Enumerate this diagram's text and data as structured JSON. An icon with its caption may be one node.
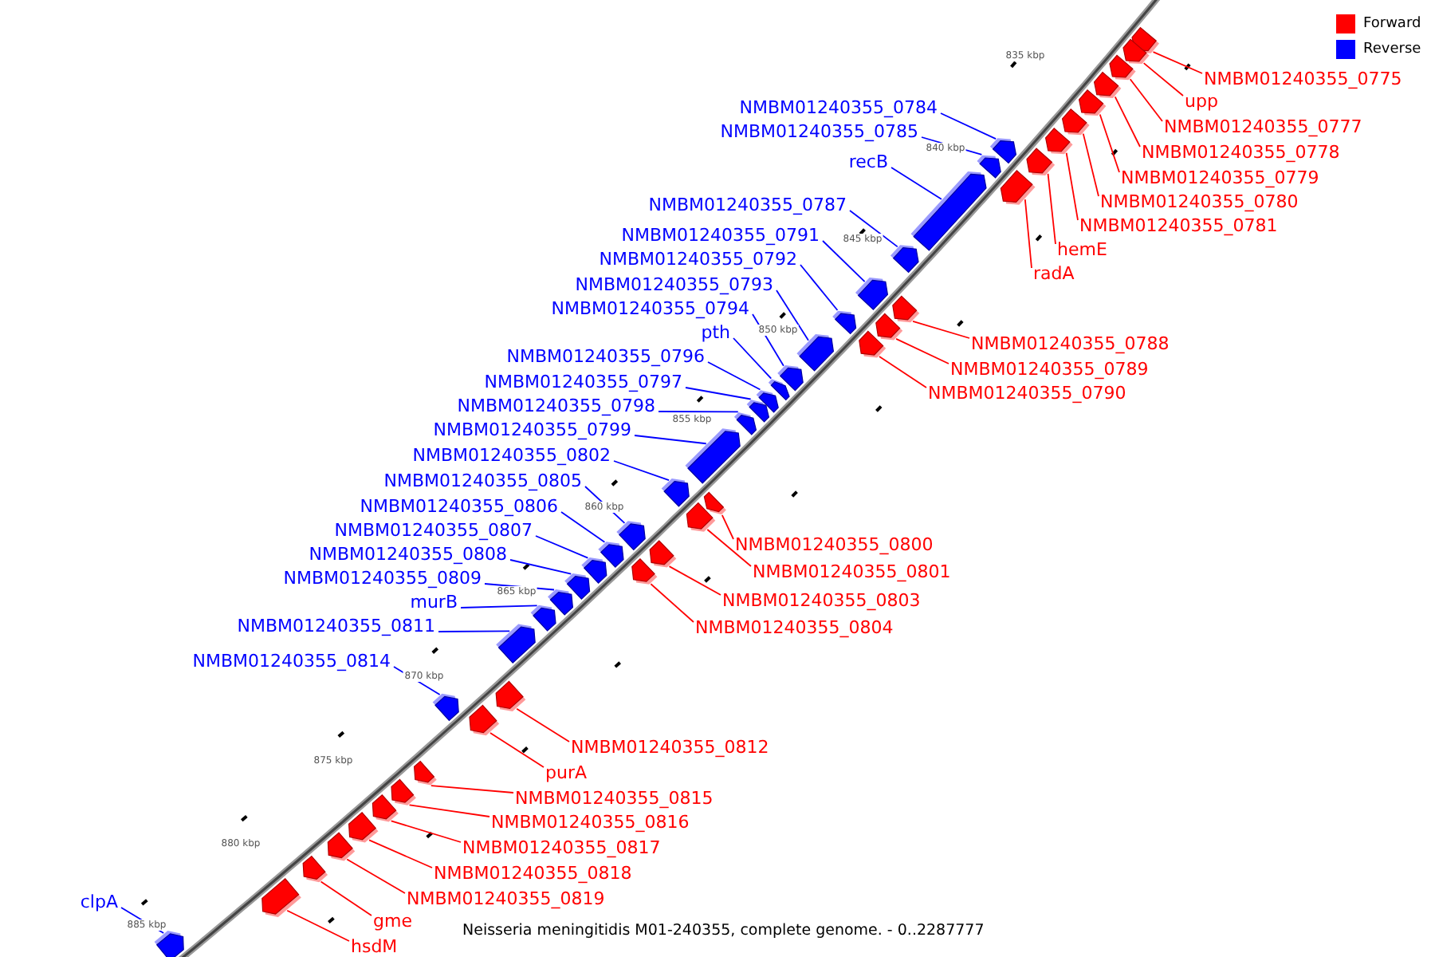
{
  "diagram": {
    "caption": "Neisseria meningitidis M01-240355, complete genome. - 0..2287777",
    "nodes": [
      {
        "text": [
          "NMBM01240355_0775"
        ]
      },
      {
        "text": [],
        "shape": "arrow"
      },
      {
        "text": [
          "upp"
        ]
      },
      {
        "text": [],
        "shape": "arrow"
      },
      {
        "text": [
          "NMBM01240355_0784"
        ]
      },
      {
        "text": [],
        "shape": "arrow"
      },
      {
        "text": [
          "NMBM01240355_0777"
        ]
      },
      {
        "text": [],
        "shape": "arrow"
      },
      {
        "text": [
          "NMBM01240355_0785"
        ]
      },
      {
        "text": [],
        "shape": "arrow"
      },
      {
        "text": [
          "NMBM01240355_0778"
        ]
      },
      {
        "text": [],
        "shape": "arrow"
      },
      {
        "text": [
          "recB"
        ]
      },
      {
        "text": [],
        "shape": "arrow"
      },
      {
        "text": [
          "NMBM01240355_0779"
        ]
      },
      {
        "text": [],
        "shape": "arrow"
      },
      {
        "text": [
          "NMBM01240355_0780"
        ]
      },
      {
        "text": [],
        "shape": "arrow"
      },
      {
        "text": [
          "NMBM01240355_0787"
        ]
      },
      {
        "text": [],
        "shape": "arrow"
      },
      {
        "text": [
          "NMBM01240355_0781"
        ]
      },
      {
        "text": [],
        "shape": "arrow"
      },
      {
        "text": [
          "NMBM01240355_0791"
        ]
      },
      {
        "text": [],
        "shape": "arrow"
      },
      {
        "text": [
          "hemE"
        ]
      },
      {
        "text": [],
        "shape": "arrow"
      },
      {
        "text": [
          "NMBM01240355_0792"
        ]
      },
      {
        "text": [],
        "shape": "arrow"
      },
      {
        "text": [
          "radA"
        ]
      },
      {
        "text": [],
        "shape": "arrow"
      },
      {
        "text": [
          "NMBM01240355_0793"
        ]
      },
      {
        "text": [],
        "shape": "arrow"
      },
      {
        "text": [
          "NMBM01240355_0794"
        ]
      },
      {
        "text": [],
        "shape": "arrow"
      },
      {
        "text": [
          "pth"
        ]
      },
      {
        "text": [],
        "shape": "arrow"
      },
      {
        "text": [
          "NMBM01240355_0788"
        ]
      },
      {
        "text": [],
        "shape": "arrow"
      },
      {
        "text": [
          "NMBM01240355_0796"
        ]
      },
      {
        "text": [],
        "shape": "arrow"
      },
      {
        "text": [
          "NMBM01240355_0789"
        ]
      },
      {
        "text": [],
        "shape": "arrow"
      },
      {
        "text": [
          "NMBM01240355_0797"
        ]
      },
      {
        "text": [],
        "shape": "arrow"
      },
      {
        "text": [
          "NMBM01240355_0790"
        ]
      },
      {
        "text": [],
        "shape": "arrow"
      },
      {
        "text": [
          "NMBM01240355_0798"
        ]
      },
      {
        "text": [],
        "shape": "arrow"
      },
      {
        "text": [
          "NMBM01240355_0799"
        ]
      },
      {
        "text": [],
        "shape": "arrow"
      },
      {
        "text": [
          "NMBM01240355_0802"
        ]
      },
      {
        "text": [],
        "shape": "arrow"
      },
      {
        "text": [
          "NMBM01240355_0805"
        ]
      },
      {
        "text": [],
        "shape": "arrow"
      },
      {
        "text": [
          "NMBM01240355_0806"
        ]
      },
      {
        "text": [],
        "shape": "arrow"
      },
      {
        "text": [
          "NMBM01240355_0807"
        ]
      },
      {
        "text": [],
        "shape": "arrow"
      },
      {
        "text": [
          "NMBM01240355_0800"
        ]
      },
      {
        "text": [],
        "shape": "arrow"
      },
      {
        "text": [
          "NMBM01240355_0808"
        ]
      },
      {
        "text": [],
        "shape": "arrow"
      },
      {
        "text": [
          "NMBM01240355_0801"
        ]
      },
      {
        "text": [],
        "shape": "arrow"
      },
      {
        "text": [
          "NMBM01240355_0809"
        ]
      },
      {
        "text": [],
        "shape": "arrow"
      },
      {
        "text": [
          "NMBM01240355_0803"
        ]
      },
      {
        "text": [],
        "shape": "arrow"
      },
      {
        "text": [
          "murB"
        ]
      },
      {
        "text": [],
        "shape": "arrow"
      },
      {
        "text": [
          "NMBM01240355_0811"
        ]
      },
      {
        "text": [],
        "shape": "arrow"
      },
      {
        "text": [
          "NMBM01240355_0804"
        ]
      },
      {
        "text": [],
        "shape": "arrow"
      },
      {
        "text": [
          "NMBM01240355_0814"
        ]
      },
      {
        "text": [],
        "shape": "arrow"
      },
      {
        "text": [
          "NMBM01240355_0812"
        ]
      },
      {
        "text": [],
        "shape": "arrow"
      },
      {
        "text": [
          "purA"
        ]
      },
      {
        "text": [],
        "shape": "arrow"
      },
      {
        "text": [
          "NMBM01240355_0815"
        ]
      },
      {
        "text": [],
        "shape": "arrow"
      },
      {
        "text": [
          "NMBM01240355_0816"
        ]
      },
      {
        "text": [],
        "shape": "arrow"
      },
      {
        "text": [
          "NMBM01240355_0817"
        ]
      },
      {
        "text": [],
        "shape": "arrow"
      },
      {
        "text": [
          "NMBM01240355_0818"
        ]
      },
      {
        "text": [],
        "shape": "arrow"
      },
      {
        "text": [
          "NMBM01240355_0819"
        ]
      },
      {
        "text": [],
        "shape": "arrow"
      },
      {
        "text": [
          "clpA"
        ]
      },
      {
        "text": [],
        "shape": "arrow"
      },
      {
        "text": [
          "gme"
        ]
      },
      {
        "text": [],
        "shape": "arrow"
      },
      {
        "text": [
          "hsdM"
        ]
      },
      {
        "text": [],
        "shape": "arrow"
      }
    ],
    "edges": [
      {
        "from": 0,
        "to": 1,
        "arrow": "none"
      },
      {
        "from": 2,
        "to": 3,
        "arrow": "none"
      },
      {
        "from": 4,
        "to": 5,
        "arrow": "none",
        "color": "#0000ff"
      },
      {
        "from": 6,
        "to": 7,
        "arrow": "none"
      },
      {
        "from": 8,
        "to": 9,
        "arrow": "none",
        "color": "#0000ff"
      },
      {
        "from": 10,
        "to": 11,
        "arrow": "none"
      },
      {
        "from": 12,
        "to": 13,
        "arrow": "none",
        "color": "#0000ff"
      },
      {
        "from": 14,
        "to": 15,
        "arrow": "none"
      },
      {
        "from": 16,
        "to": 17,
        "arrow": "none"
      },
      {
        "from": 18,
        "to": 19,
        "arrow": "none",
        "color": "#0000ff"
      },
      {
        "from": 20,
        "to": 21,
        "arrow": "none"
      },
      {
        "from": 22,
        "to": 23,
        "arrow": "none",
        "color": "#0000ff"
      },
      {
        "from": 24,
        "to": 25,
        "arrow": "none"
      },
      {
        "from": 26,
        "to": 27,
        "arrow": "none",
        "color": "#0000ff"
      },
      {
        "from": 28,
        "to": 29,
        "arrow": "none"
      },
      {
        "from": 30,
        "to": 31,
        "arrow": "none",
        "color": "#0000ff"
      },
      {
        "from": 32,
        "to": 33,
        "arrow": "none",
        "color": "#0000ff"
      },
      {
        "from": 34,
        "to": 35,
        "arrow": "none",
        "color": "#0000ff"
      },
      {
        "from": 36,
        "to": 37,
        "arrow": "none"
      },
      {
        "from": 38,
        "to": 39,
        "arrow": "none",
        "color": "#0000ff"
      },
      {
        "from": 40,
        "to": 41,
        "arrow": "none"
      },
      {
        "from": 42,
        "to": 43,
        "arrow": "none",
        "color": "#0000ff"
      },
      {
        "from": 44,
        "to": 45,
        "arrow": "none"
      },
      {
        "from": 46,
        "to": 47,
        "arrow": "none",
        "color": "#0000ff"
      },
      {
        "from": 48,
        "to": 49,
        "arrow": "none",
        "color": "#0000ff"
      },
      {
        "from": 50,
        "to": 51,
        "arrow": "none",
        "color": "#0000ff"
      },
      {
        "from": 52,
        "to": 53,
        "arrow": "none",
        "color": "#0000ff"
      },
      {
        "from": 54,
        "to": 55,
        "arrow": "none",
        "color": "#0000ff"
      },
      {
        "from": 56,
        "to": 57,
        "arrow": "none",
        "color": "#0000ff"
      },
      {
        "from": 58,
        "to": 59,
        "arrow": "none"
      },
      {
        "from": 60,
        "to": 61,
        "arrow": "none",
        "color": "#0000ff"
      },
      {
        "from": 62,
        "to": 63,
        "arrow": "none"
      },
      {
        "from": 64,
        "to": 65,
        "arrow": "none",
        "color": "#0000ff"
      },
      {
        "from": 66,
        "to": 67,
        "arrow": "none"
      },
      {
        "from": 68,
        "to": 69,
        "arrow": "none",
        "color": "#0000ff"
      },
      {
        "from": 70,
        "to": 71,
        "arrow": "none",
        "color": "#0000ff"
      },
      {
        "from": 72,
        "to": 73,
        "arrow": "none"
      },
      {
        "from": 74,
        "to": 75,
        "arrow": "none",
        "color": "#0000ff"
      },
      {
        "from": 76,
        "to": 77,
        "arrow": "none"
      },
      {
        "from": 78,
        "to": 79,
        "arrow": "none"
      },
      {
        "from": 80,
        "to": 81,
        "arrow": "none"
      },
      {
        "from": 82,
        "to": 83,
        "arrow": "none"
      },
      {
        "from": 84,
        "to": 85,
        "arrow": "none"
      },
      {
        "from": 86,
        "to": 87,
        "arrow": "none"
      },
      {
        "from": 88,
        "to": 89,
        "arrow": "none"
      },
      {
        "from": 90,
        "to": 91,
        "arrow": "none",
        "color": "#0000ff"
      },
      {
        "from": 92,
        "to": 93,
        "arrow": "none"
      },
      {
        "from": 94,
        "to": 95,
        "arrow": "none"
      }
    ],
    "labels": [
      "835 kbp",
      "840 kbp",
      "845 kbp",
      "850 kbp",
      "855 kbp",
      "860 kbp",
      "865 kbp",
      "870 kbp",
      "875 kbp",
      "880 kbp",
      "885 kbp"
    ],
    "legend": [
      {
        "text": "Forward",
        "color": "#ff0000"
      },
      {
        "text": "Reverse",
        "color": "#0000ff"
      }
    ]
  }
}
